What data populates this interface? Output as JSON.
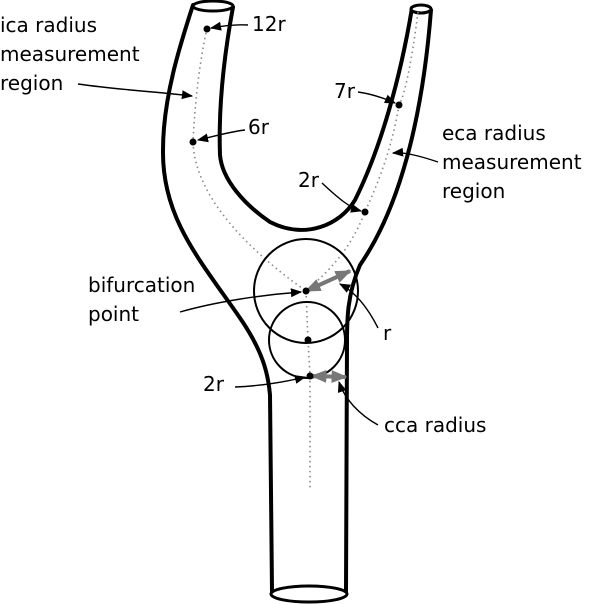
{
  "labels": {
    "ica_region_line1": "ica radius",
    "ica_region_line2": "measurement",
    "ica_region_line3": "region",
    "eca_region_line1": "eca radius",
    "eca_region_line2": "measurement",
    "eca_region_line3": "region",
    "ica_12r": "12r",
    "ica_6r": "6r",
    "eca_7r": "7r",
    "eca_2r": "2r",
    "bifurcation_line1": "bifurcation",
    "bifurcation_line2": "point",
    "r": "r",
    "cca_2r": "2r",
    "cca_radius": "cca radius"
  },
  "colors": {
    "outline": "#000000",
    "centerline": "#888888",
    "radius_arrow": "#777777"
  }
}
